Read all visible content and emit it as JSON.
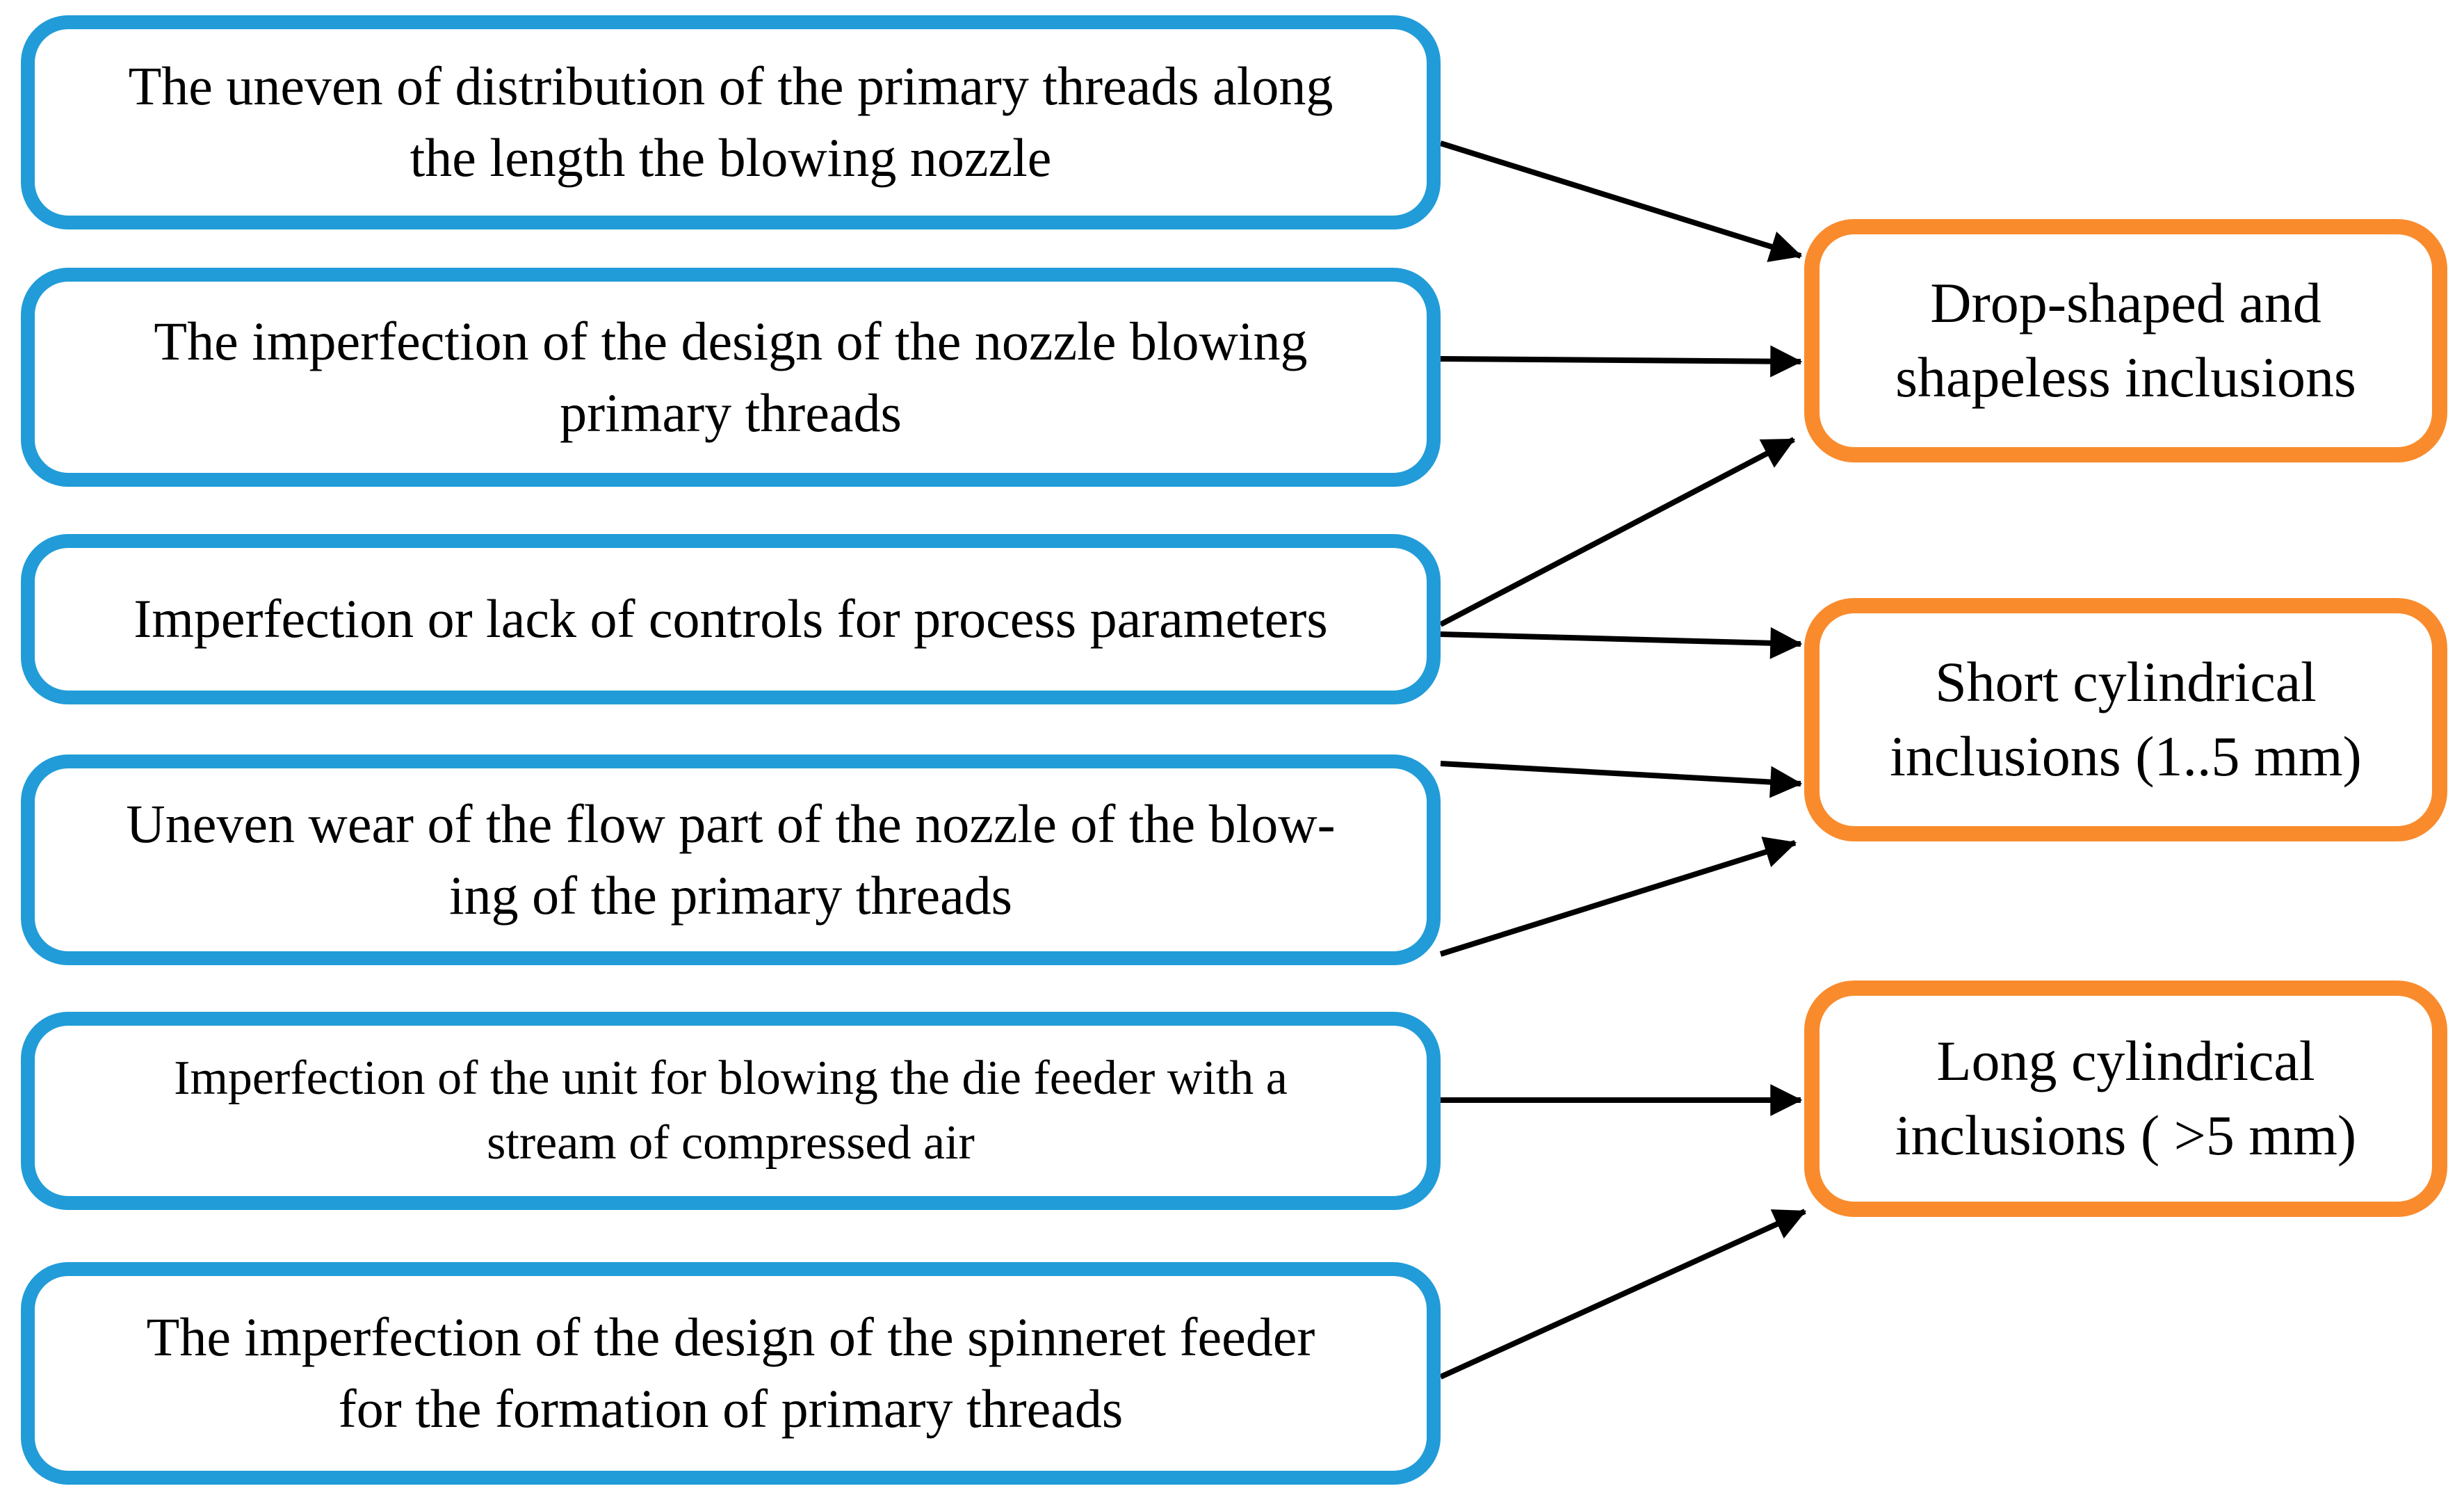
{
  "colors": {
    "cause_border": "#219CD8",
    "effect_border": "#F98B2D",
    "arrow": "#000000",
    "text": "#000000",
    "background": "#FFFFFF"
  },
  "causes": [
    {
      "id": "cause-1",
      "text": "The uneven of distribution of the primary threads along\nthe length the blowing nozzle"
    },
    {
      "id": "cause-2",
      "text": "The imperfection of the design of the nozzle blowing\nprimary threads"
    },
    {
      "id": "cause-3",
      "text": "Imperfection or lack of controls for process parameters"
    },
    {
      "id": "cause-4",
      "text": "Uneven wear of the flow part of the nozzle of the blow-\ning of the primary threads"
    },
    {
      "id": "cause-5",
      "text": "Imperfection of the unit for blowing the die feeder with a\nstream of compressed air"
    },
    {
      "id": "cause-6",
      "text": "The imperfection of the design of the spinneret feeder\nfor the formation of primary threads"
    }
  ],
  "effects": [
    {
      "id": "effect-1",
      "text": "Drop-shaped and\nshapeless inclusions"
    },
    {
      "id": "effect-2",
      "text": "Short cylindrical\ninclusions (1..5 mm)"
    },
    {
      "id": "effect-3",
      "text": "Long cylindrical\ninclusions ( >5 mm)"
    }
  ],
  "connections": [
    {
      "from": "cause-1",
      "to": "effect-1"
    },
    {
      "from": "cause-2",
      "to": "effect-1"
    },
    {
      "from": "cause-3",
      "to": "effect-1"
    },
    {
      "from": "cause-3",
      "to": "effect-2"
    },
    {
      "from": "cause-4",
      "to": "effect-2"
    },
    {
      "from": "cause-4",
      "to": "effect-2"
    },
    {
      "from": "cause-5",
      "to": "effect-3"
    },
    {
      "from": "cause-6",
      "to": "effect-3"
    }
  ]
}
